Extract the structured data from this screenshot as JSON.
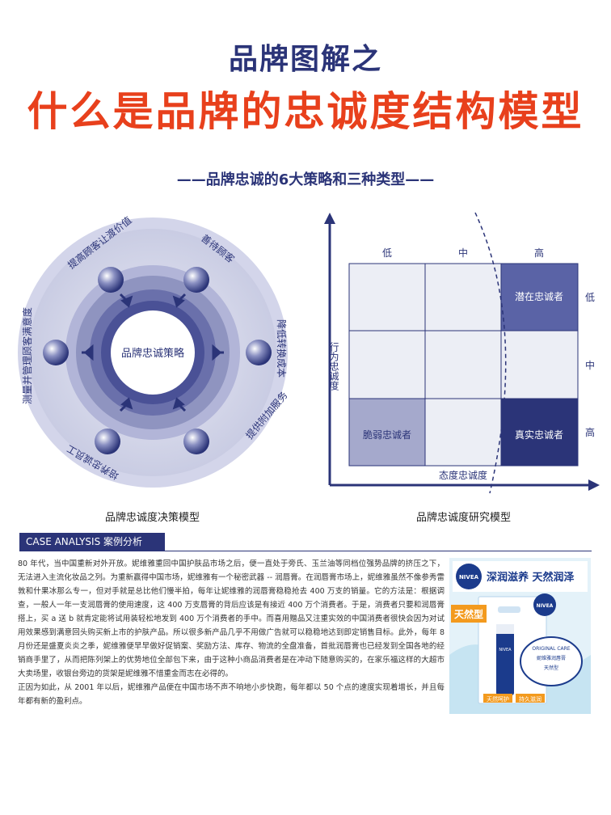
{
  "header": {
    "title_line1": "品牌图解之",
    "title_line2": "什么是品牌的忠诚度结构模型",
    "subtitle": "——品牌忠诚的6大策略和三种类型——"
  },
  "left_diagram": {
    "center_label": "品牌忠诚策略",
    "strategies": [
      "提高顾客让渡价值",
      "善待顾客",
      "降低转换成本",
      "提供附加服务",
      "培养忠诚员工",
      "测量并管理顾客满意度"
    ],
    "caption": "品牌忠诚度决策模型",
    "colors": {
      "outer": "#cdd0e6",
      "mid": "#8f94c0",
      "inner": "#4a5196",
      "core": "#ffffff"
    }
  },
  "right_diagram": {
    "column_labels": [
      "低",
      "中",
      "高"
    ],
    "row_labels": [
      "低",
      "中",
      "高"
    ],
    "y_axis_label": "行为忠诚度",
    "x_axis_label": "态度忠诚度",
    "cells": {
      "latent": "潜在忠诚者",
      "weak": "脆弱忠诚者",
      "true": "真实忠诚者"
    },
    "caption": "品牌忠诚度研究模型",
    "colors": {
      "latent": "#5a63a6",
      "weak": "#a5a9cc",
      "true": "#2b3478",
      "empty": "#eceef5",
      "axis": "#2b3478"
    }
  },
  "case": {
    "header": "CASE ANALYSIS 案例分析",
    "paragraph1": "80 年代，当中国重新对外开放。妮维雅重回中国护肤品市场之后，便一直处于旁氏、玉兰油等同档位强势品牌的挤压之下，无法进入主流化妆品之列。为重新赢得中国市场，妮维雅有一个秘密武器 -- 润唇膏。在润唇膏市场上，妮维雅虽然不像参秀雷敦和什果冰那么专一，但对手就是总比他们慢半拍，每年让妮维雅的润唇膏稳稳抢去 400 万支的销量。它的方法是：根据调查，一般人一年一支润唇膏的使用速度，这 400 万支唇膏的背后应该是有接近 400 万个消费者。于是，消费者只要和润唇膏搭上，买 a 送 b 就肯定能将试用装轻松地发到 400 万个消费者的手中。而喜用赠品又注重实效的中国消费者很快会因为对试用效果感到满意回头购买新上市的护肤产品。所以很多新产品几乎不用做广告就可以稳稳地达到即定销售目标。此外，每年 8 月份还是盛夏炎炎之季，妮维雅便早早做好促销案、奖励方法、库存、物流的全盘准备，首批润唇膏也已经发到全国各地的经销商手里了，从而把陈列架上的优势地位全部包下来，由于这种小商品消费者是在冲动下随意购买的，在家乐福这样的大超市大卖场里，收银台旁边的货架是妮维雅不惜重金而志在必得的。",
    "paragraph2": "正因为如此，从 2001 年以后，妮维雅产品便在中国市场不声不响地小步快跑，每年都以 50 个点的速度实现着增长，并且每年都有新的盈利点。"
  },
  "product_image": {
    "banner": "深润滋养 天然润泽",
    "brand": "NIVEA",
    "badge": "天然型",
    "tin_line1": "ORIGINAL CARE",
    "tin_line2": "妮维雅润唇膏",
    "tin_line3": "天然型",
    "bottom_left": "天然呵护",
    "bottom_right": "持久滋润",
    "colors": {
      "brand_blue": "#1b3b8c",
      "badge_orange": "#f39a1e",
      "water": "#d8eef7"
    }
  }
}
